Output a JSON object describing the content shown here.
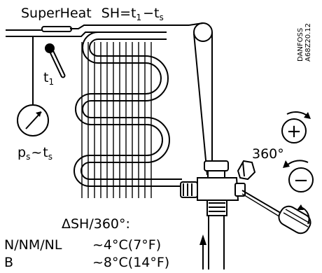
{
  "title": {
    "label": "SuperHeat",
    "formula": "SH=t",
    "sub1": "1",
    "minus": "−t",
    "subs": "s"
  },
  "brand": {
    "name": "DANFOSS",
    "code": "A68Z20.12"
  },
  "sensor_label": {
    "t": "t",
    "sub": "1"
  },
  "gauge_label": {
    "p": "p",
    "p_sub": "s",
    "tilde": "~",
    "t": "t",
    "t_sub": "s"
  },
  "rotation": {
    "angle": "360°",
    "plus": "+",
    "minus": "−"
  },
  "adjustment": {
    "header": "ΔSH/360°:",
    "rows": [
      {
        "models": "N/NM/NL",
        "value": "~4°C(7°F)"
      },
      {
        "models": "B",
        "value": "~8°C(14°F)"
      }
    ]
  }
}
